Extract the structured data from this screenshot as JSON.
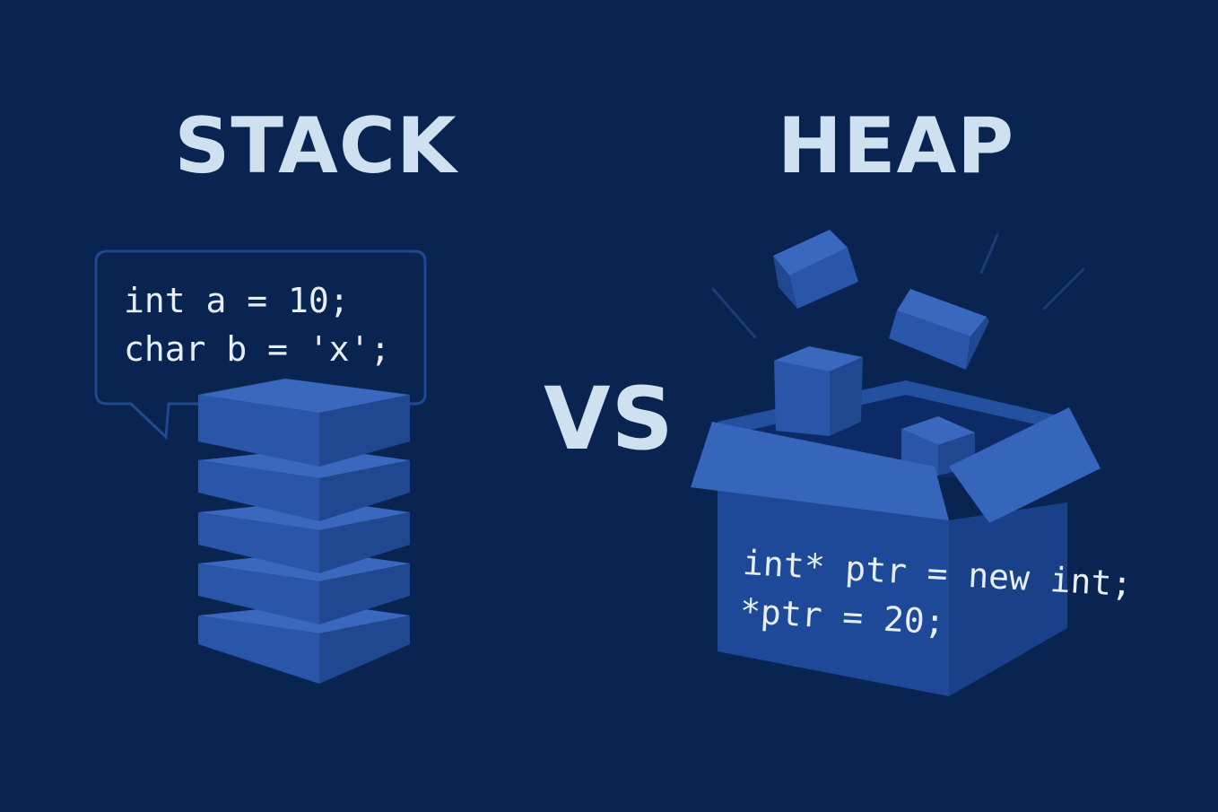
{
  "stack": {
    "title": "STACK",
    "code_lines": [
      "int a = 10;",
      "char b = 'x';"
    ]
  },
  "vs": {
    "label": "VS"
  },
  "heap": {
    "title": "HEAP",
    "code_lines": [
      "int* ptr = new int;",
      "*ptr = 20;"
    ]
  },
  "colors": {
    "background": "#0a2452",
    "heading": "#cfe1f1",
    "block_top": "#3a68bf",
    "block_front": "#2a56aa",
    "block_side": "#1f4891",
    "code_text": "#e6eef9",
    "bubble_stroke": "#1f4a8e"
  }
}
